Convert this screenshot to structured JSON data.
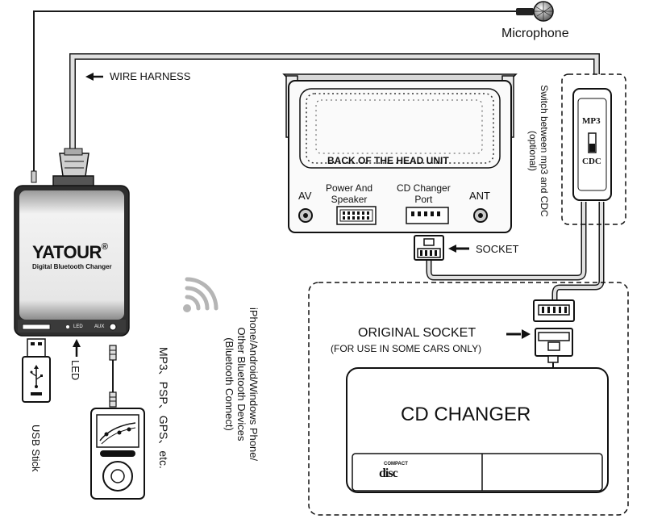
{
  "labels": {
    "microphone": "Microphone",
    "wire_harness": "WIRE HARNESS",
    "head_unit": "BACK OF THE HEAD UNIT",
    "av": "AV",
    "power_speaker_1": "Power And",
    "power_speaker_2": "Speaker",
    "cd_port_1": "CD Changer",
    "cd_port_2": "Port",
    "ant": "ANT",
    "socket": "SOCKET",
    "switch_mp3": "MP3",
    "switch_cdc": "CDC",
    "switch_note_1": "Switch between mp3 and CDC",
    "switch_note_2": "(optional)",
    "original_socket": "ORIGINAL SOCKET",
    "original_socket_note": "(FOR USE IN SOME CARS ONLY)",
    "cd_changer": "CD CHANGER",
    "compact_disc_small": "COMPACT",
    "compact_disc_big": "disc",
    "brand": "YATOUR",
    "brand_mark": "®",
    "brand_sub": "Digital Bluetooth Changer",
    "port_led": "LED",
    "port_aux": "AUX",
    "led": "LED",
    "usb_stick": "USB Stick",
    "mp3_devices": "MP3、PSP、GPS、etc.",
    "phones_1": "iPhone/Android/Windows Phone/",
    "phones_2": "Other Bluetooth Devices",
    "phones_3": "(Bluetooth Connect)"
  },
  "colors": {
    "line": "#1a1a1a",
    "cable_fill": "#d9d9d9",
    "device_dark": "#2e2e2e",
    "device_body": "#ececec",
    "wifi": "#b5b5b5"
  }
}
